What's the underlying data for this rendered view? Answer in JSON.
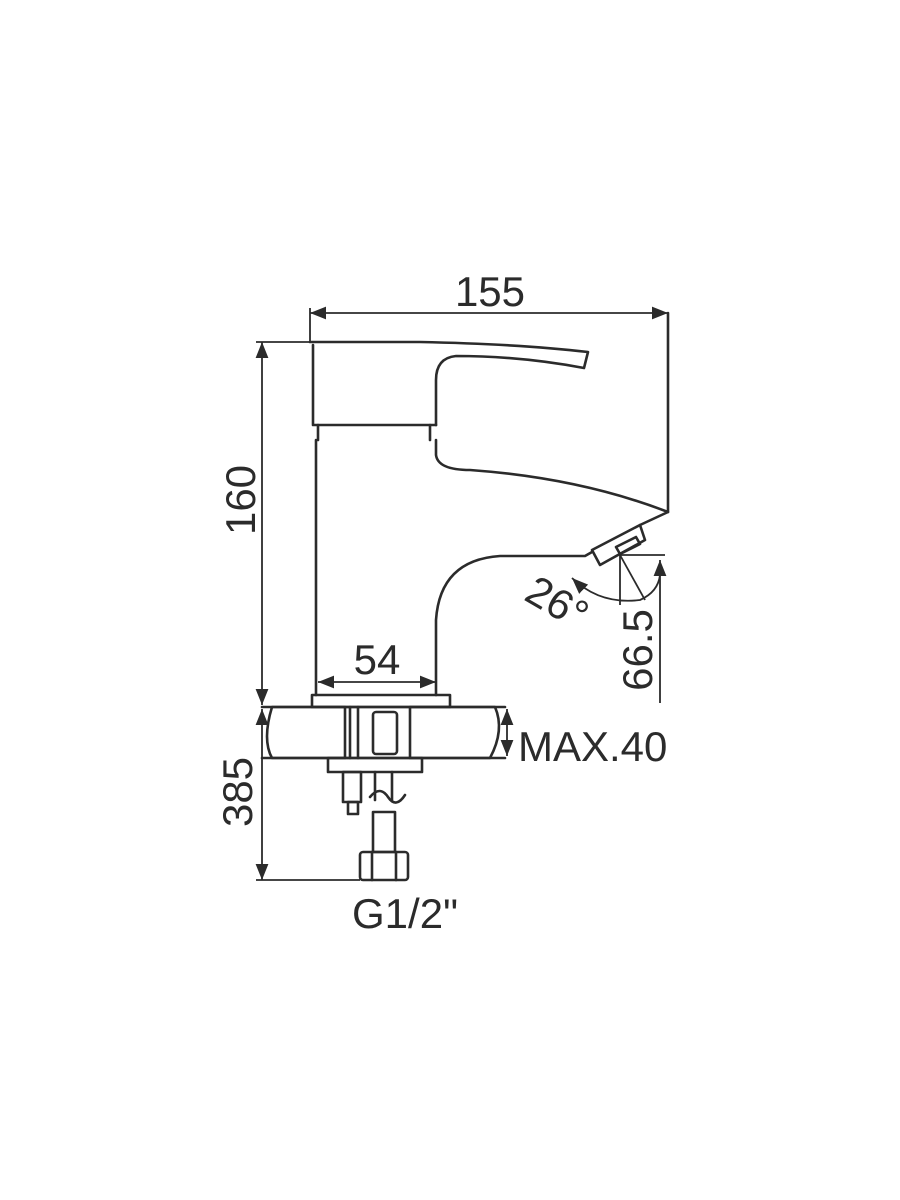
{
  "dimensions": {
    "overall_length": "155",
    "overall_height": "160",
    "base_width": "54",
    "spout_angle": "26°",
    "spout_height": "66.5",
    "max_counter_thickness": "MAX.40",
    "hose_length": "385",
    "thread_size": "G1/2\""
  },
  "colors": {
    "line": "#2b2b2b",
    "background": "#ffffff"
  }
}
